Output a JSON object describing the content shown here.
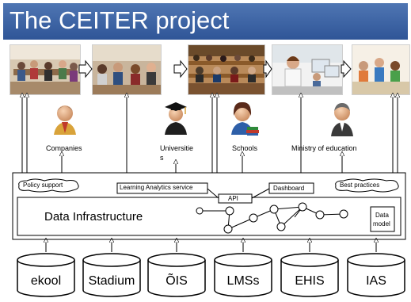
{
  "title": "The CEITER project",
  "actors": [
    {
      "id": "companies",
      "label": "Companies"
    },
    {
      "id": "universities",
      "label": "Universitie",
      "label_wrap": "s"
    },
    {
      "id": "schools",
      "label": "Schools"
    },
    {
      "id": "ministry",
      "label": "Ministry of education"
    }
  ],
  "services": {
    "policy_support": "Policy support",
    "learning_analytics": "Learning Analytics service",
    "api": "API",
    "dashboard": "Dashboard",
    "best_practices": "Best practices"
  },
  "infrastructure": {
    "label": "Data Infrastructure",
    "data_model_line1": "Data",
    "data_model_line2": "model"
  },
  "sources": [
    "ekool",
    "Stadium",
    "ÕIS",
    "LMSs",
    "EHIS",
    "IAS"
  ],
  "colors": {
    "title_bar": "#2f5597",
    "title_text": "#ffffff"
  }
}
